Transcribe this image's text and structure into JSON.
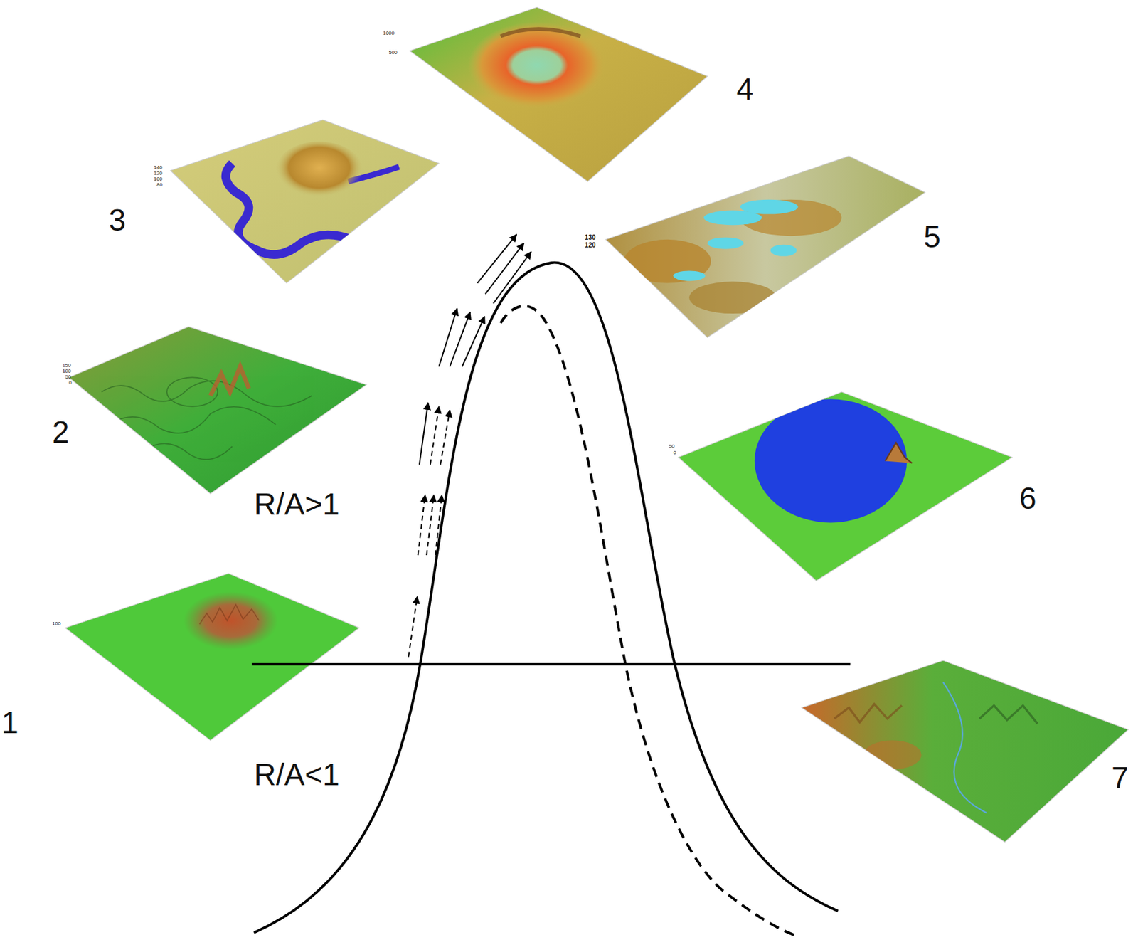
{
  "diagram": {
    "labels": [
      "1",
      "2",
      "3",
      "4",
      "5",
      "6",
      "7",
      "R/A>1",
      "R/A<1",
      "100",
      "150",
      "100",
      "50",
      "0",
      "140",
      "120",
      "100",
      "80",
      "1000",
      "500",
      "130",
      "120",
      "50",
      "0"
    ]
  }
}
